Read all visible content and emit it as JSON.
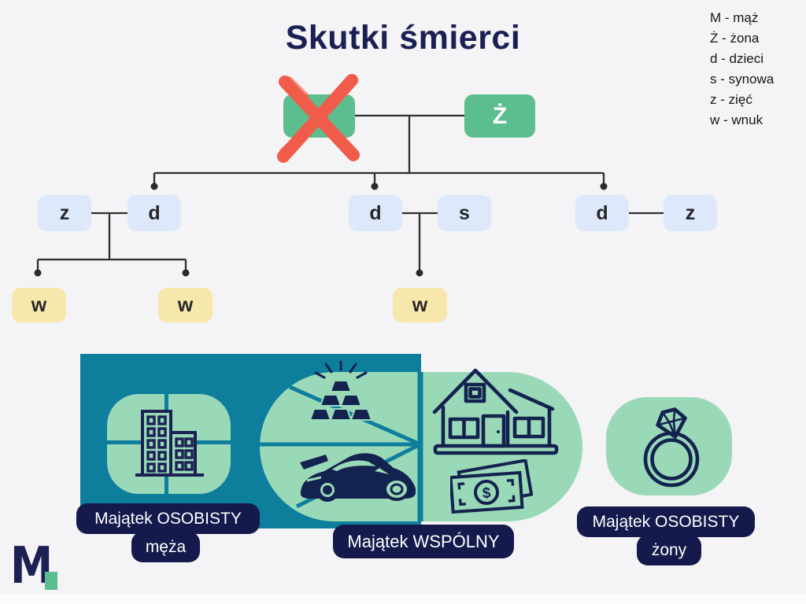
{
  "title": "Skutki śmierci",
  "legend": {
    "items": [
      "M - mąż",
      "Ż - żona",
      "d - dzieci",
      "s - synowa",
      "z - zięć",
      "w - wnuk"
    ]
  },
  "tree": {
    "wife": "Ż",
    "children": [
      "z",
      "d",
      "d",
      "s",
      "d",
      "z"
    ],
    "grandchildren": [
      "w",
      "w",
      "w"
    ]
  },
  "property_labels": {
    "husband": {
      "line1": "Majątek OSOBISTY",
      "line2": "męża"
    },
    "joint": "Majątek WSPÓLNY",
    "wife": {
      "line1": "Majątek OSOBISTY",
      "line2": "żony"
    }
  },
  "logo": {
    "letter": "M"
  },
  "icons": {
    "deceased_marker": "red-cross-x-icon",
    "husband_zone": "apartment-buildings-icon",
    "joint_zone": [
      "gold-bars-icon",
      "sports-car-icon",
      "house-icon",
      "money-banknotes-icon"
    ],
    "wife_zone": "diamond-ring-icon"
  },
  "colors": {
    "background": "#f4f3f6",
    "green": "#5cbe8e",
    "light_blue": "#dde9fb",
    "yellow": "#f8e7ab",
    "teal": "#0d7e9c",
    "light_green": "#9ad9b8",
    "navy": "#141a4b",
    "red_x": "#f05c49",
    "connector": "#2e2e2e"
  }
}
